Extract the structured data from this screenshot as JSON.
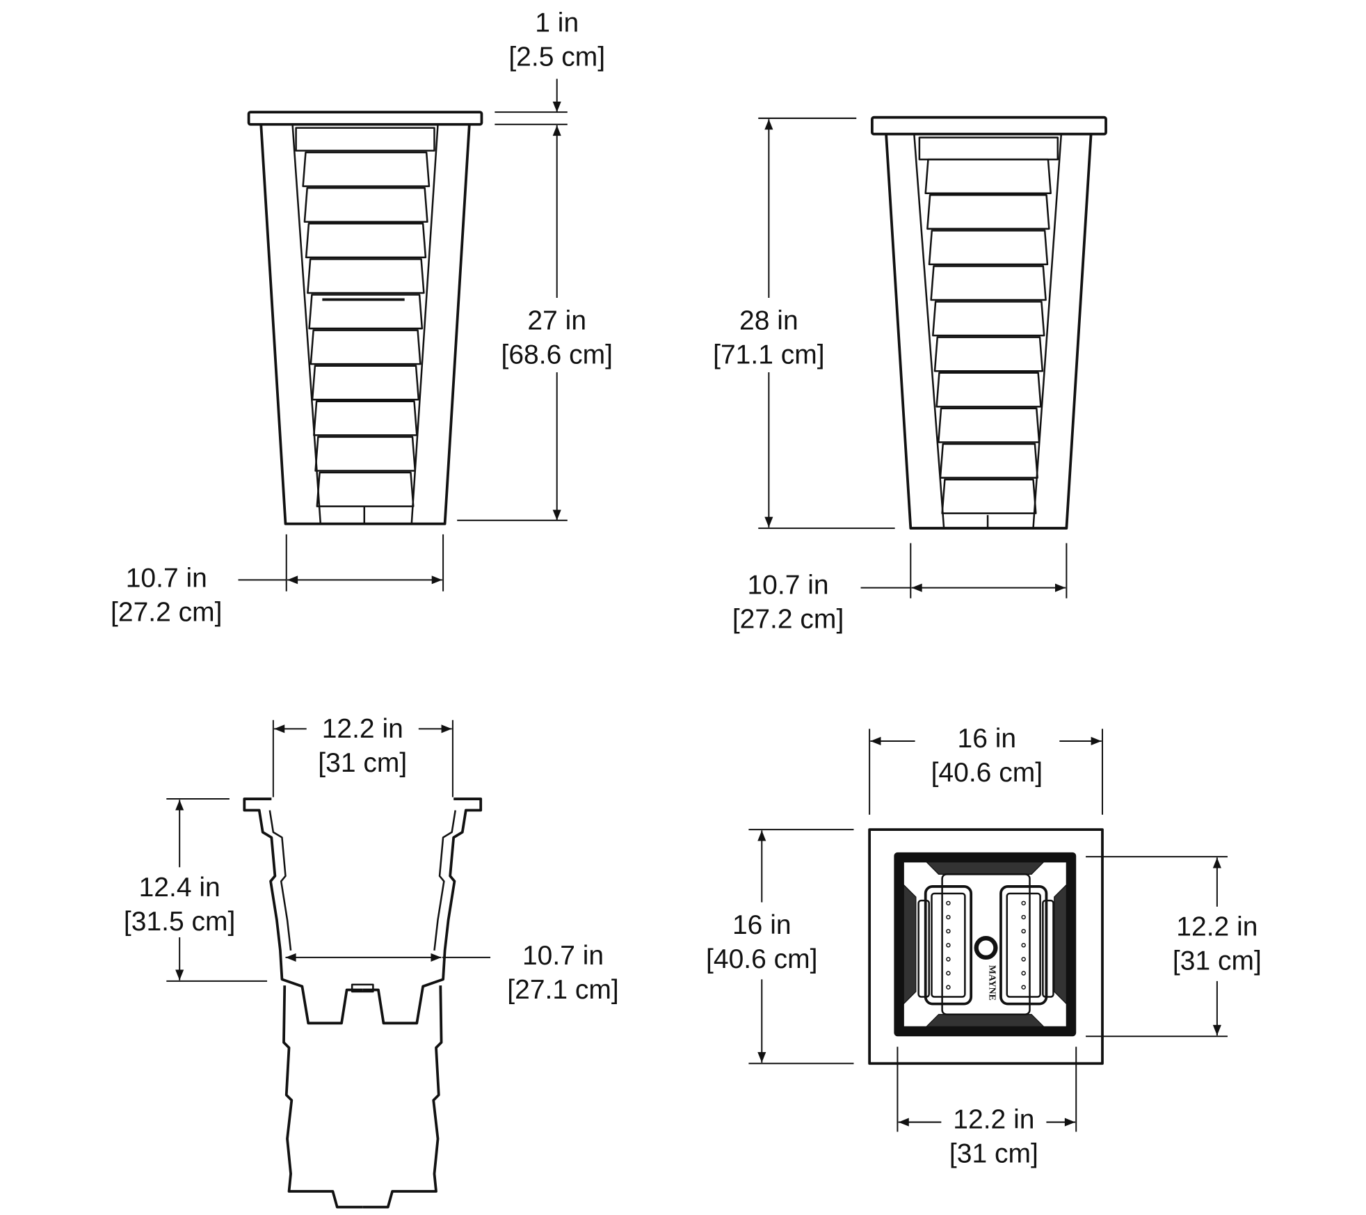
{
  "views": {
    "front": {
      "rim_height": {
        "in": "1 in",
        "cm": "[2.5 cm]"
      },
      "body_height": {
        "in": "27 in",
        "cm": "[68.6 cm]"
      },
      "base_width": {
        "in": "10.7 in",
        "cm": "[27.2 cm]"
      }
    },
    "side": {
      "total_height": {
        "in": "28 in",
        "cm": "[71.1 cm]"
      },
      "base_width": {
        "in": "10.7 in",
        "cm": "[27.2 cm]"
      }
    },
    "insert": {
      "top_width": {
        "in": "12.2 in",
        "cm": "[31 cm]"
      },
      "upper_depth": {
        "in": "12.4 in",
        "cm": "[31.5 cm]"
      },
      "bottom_width": {
        "in": "10.7 in",
        "cm": "[27.1 cm]"
      }
    },
    "top": {
      "outer_width": {
        "in": "16 in",
        "cm": "[40.6 cm]"
      },
      "outer_depth": {
        "in": "16 in",
        "cm": "[40.6 cm]"
      },
      "opening_depth": {
        "in": "12.2 in",
        "cm": "[31 cm]"
      },
      "opening_width": {
        "in": "12.2 in",
        "cm": "[31 cm]"
      },
      "logo": "MAYNE"
    }
  },
  "colors": {
    "line": "#111111",
    "background": "#ffffff"
  }
}
